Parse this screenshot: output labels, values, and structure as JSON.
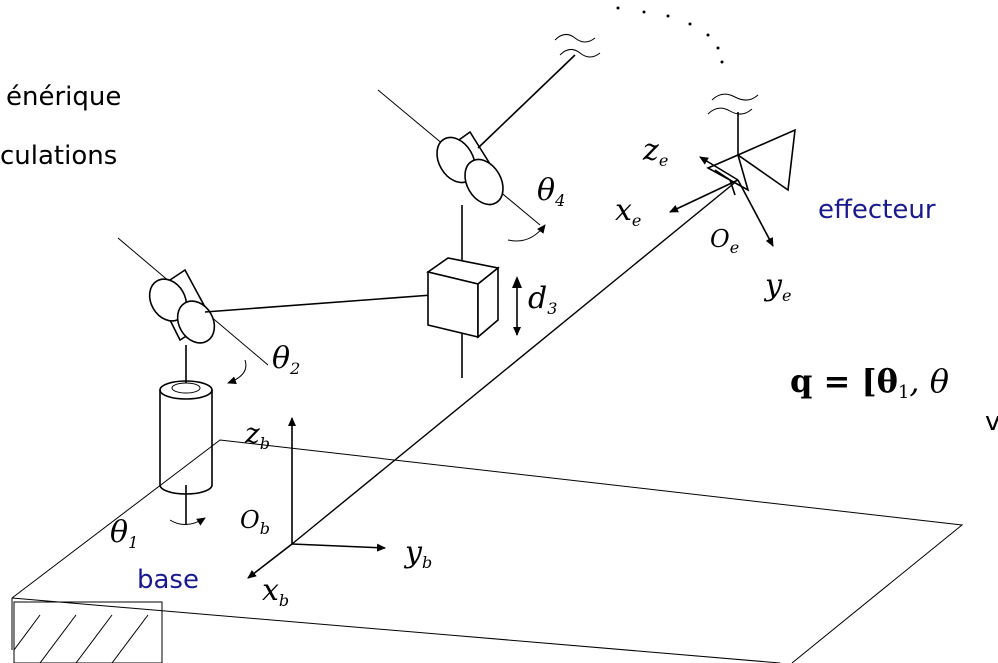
{
  "texts": {
    "top_left_1": "énérique",
    "top_left_2": "culations",
    "effector": "effecteur",
    "base": "base",
    "q_vector": "q = [θ",
    "q_sub": "1",
    "q_rest": ", θ",
    "q_v": "v"
  },
  "math": {
    "theta1": {
      "sym": "θ",
      "sub": "1"
    },
    "theta2": {
      "sym": "θ",
      "sub": "2"
    },
    "d3": {
      "sym": "d",
      "sub": "3"
    },
    "theta4": {
      "sym": "θ",
      "sub": "4"
    },
    "z_b": {
      "sym": "z",
      "sub": "b"
    },
    "x_b": {
      "sym": "x",
      "sub": "b"
    },
    "y_b": {
      "sym": "y",
      "sub": "b"
    },
    "O_b": {
      "sym": "O",
      "sub": "b"
    },
    "z_e": {
      "sym": "z",
      "sub": "e"
    },
    "x_e": {
      "sym": "x",
      "sub": "e"
    },
    "y_e": {
      "sym": "y",
      "sub": "e"
    },
    "O_e": {
      "sym": "O",
      "sub": "e"
    }
  },
  "colors": {
    "label_blue": "#1a1a8c",
    "ink": "#000000"
  }
}
